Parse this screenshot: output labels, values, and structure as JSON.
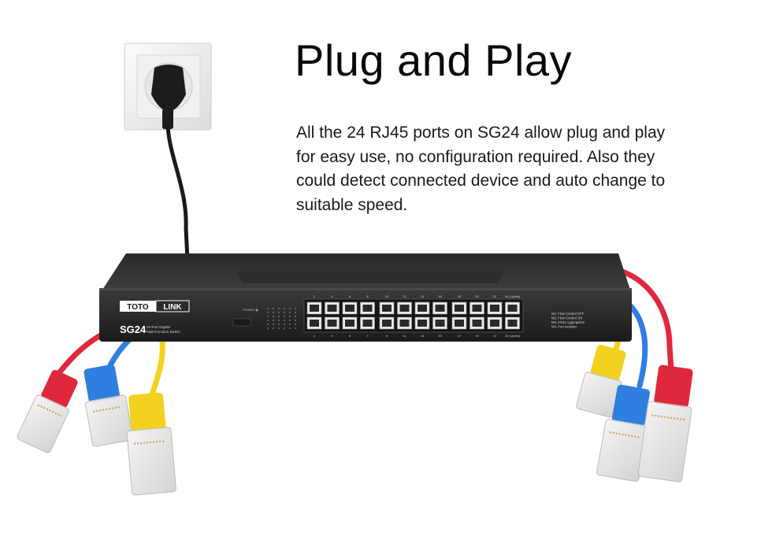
{
  "headline": "Plug and Play",
  "description": "All the 24 RJ45 ports on SG24 allow plug and play for easy use, no configuration required. Also they could detect connected device and auto change to suitable speed.",
  "device": {
    "brand_left": "TOTO",
    "brand_right": "LINK",
    "model": "SG24",
    "model_sub_1": "24-Port Gigabit",
    "model_sub_2": "Multi-Function Switch",
    "power_label": "POWER",
    "top_port_numbers": [
      "2",
      "4",
      "6",
      "8",
      "10",
      "12",
      "14",
      "16",
      "18",
      "20",
      "22",
      "24 (Uplink)"
    ],
    "bottom_port_numbers": [
      "1",
      "3",
      "5",
      "7",
      "9",
      "11",
      "13",
      "15",
      "17",
      "19",
      "21",
      "23 (Uplink)"
    ],
    "modes": [
      "M1: Flow Control OFF",
      "M2: Flow Control ON",
      "M3: 23/24 Aggregation",
      "M4: Port Isolation"
    ]
  },
  "colors": {
    "switch_body": "#2b2b2b",
    "cable_red": "#e0283c",
    "cable_blue": "#2f7fe0",
    "cable_yellow": "#f2d21e",
    "socket": "#f3f3f3"
  }
}
